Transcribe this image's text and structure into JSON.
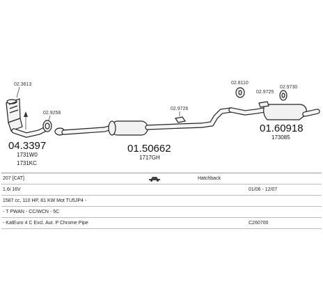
{
  "parts": {
    "cat": {
      "number": "04.3397",
      "codes": [
        "1731W0",
        "1731KC"
      ],
      "ref": "02.3613"
    },
    "clamp1": {
      "ref": "02.9258"
    },
    "middle": {
      "number": "01.50662",
      "code": "1717GH"
    },
    "hanger1": {
      "ref": "02.9726"
    },
    "rear": {
      "number": "01.60918",
      "code": "173085"
    },
    "hanger2": {
      "ref": "02.8110"
    },
    "hanger3": {
      "ref": "02.9725"
    },
    "hanger4": {
      "ref": "02.9730"
    }
  },
  "table": {
    "row1": {
      "model": "207 [CAT]",
      "body": "Hatchback"
    },
    "row2": {
      "engine": "1.6i 16V",
      "years": "01/06 - 12/07"
    },
    "row3": {
      "spec": "1587 cc, 110 HP, 81 KW Mot TU5JP4 -"
    },
    "row4": {
      "note": "- T PWAN - CC/WCN - 5C"
    },
    "row5": {
      "note": "- KatEuro 4 C Excl. Aut. P Chrome Pipe",
      "code": "C260700"
    }
  },
  "colors": {
    "line": "#222222",
    "part_fill": "#f2f2f2"
  },
  "icons": {
    "body_type": "hatchback-car-icon"
  }
}
